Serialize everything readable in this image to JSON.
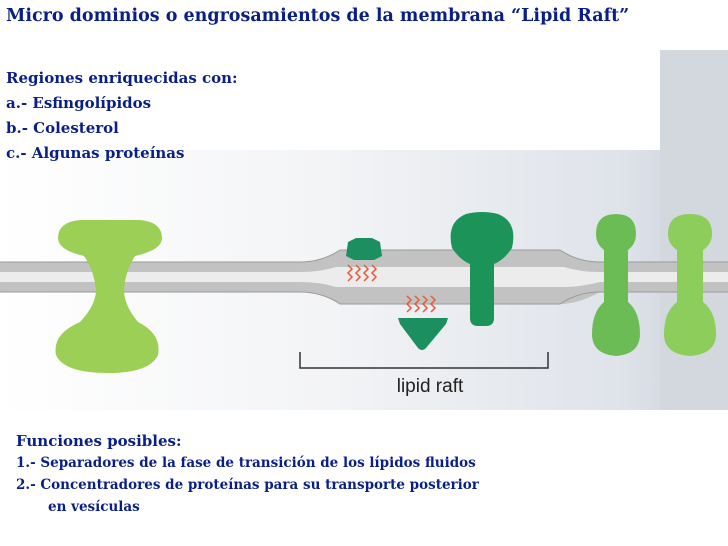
{
  "title": "Micro dominios o engrosamientos de la membrana  “Lipid Raft”",
  "regions": {
    "heading": "Regiones enriquecidas con:",
    "items": [
      "a.- Esfingolípidos",
      "b.- Colesterol",
      "c.- Algunas proteínas"
    ]
  },
  "diagram": {
    "raft_label": "lipid raft",
    "colors": {
      "light_protein": "#9ccf55",
      "dark_protein": "#1c9358",
      "raft_protein": "#1b8f60",
      "membrane": "#bdbdbd",
      "membrane_center": "#e9e9e9",
      "cholesterol": "#e85a3a",
      "outer_protein": "#6cbc56"
    }
  },
  "functions": {
    "heading": "Funciones posibles:",
    "item1": "1.- Separadores de la fase de transición de los lípidos fluidos",
    "item2": "2.- Concentradores de proteínas para su transporte posterior",
    "item2_cont": "en vesículas"
  }
}
